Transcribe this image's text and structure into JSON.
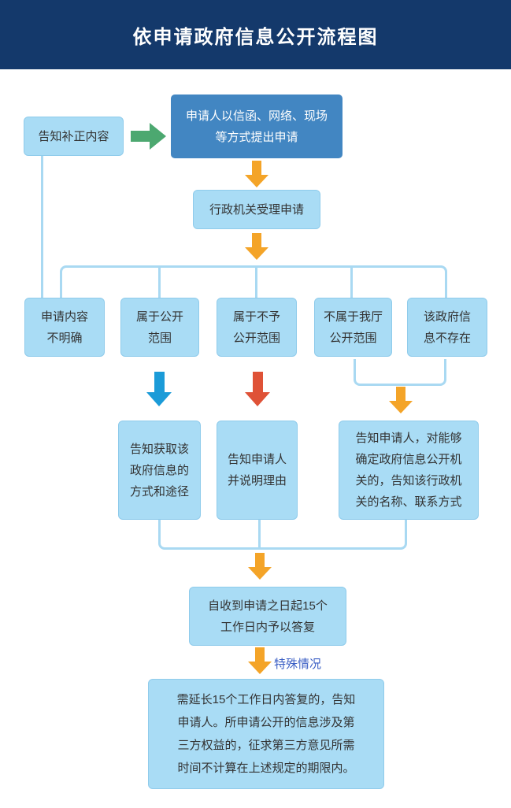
{
  "header": {
    "title": "依申请政府信息公开流程图"
  },
  "nodes": {
    "notify_correction": "告知补正内容",
    "submit_application": "申请人以信函、网络、现场\n等方式提出申请",
    "accept_application": "行政机关受理申请",
    "content_unclear": "申请内容\n不明确",
    "within_scope": "属于公开\n范围",
    "no_disclosure_scope": "属于不予\n公开范围",
    "not_our_scope": "不属于我厅\n公开范围",
    "info_not_exist": "该政府信\n息不存在",
    "inform_method": "告知获取该\n政府信息的\n方式和途径",
    "inform_reason": "告知申请人\n并说明理由",
    "inform_agency": "告知申请人，对能够\n确定政府信息公开机\n关的，告知该行政机\n关的名称、联系方式",
    "reply_15_days": "自收到申请之日起15个\n工作日内予以答复",
    "extension_note": "需延长15个工作日内答复的，告知\n申请人。所申请公开的信息涉及第\n三方权益的，征求第三方意见所需\n时间不计算在上述规定的期限内。"
  },
  "labels": {
    "special_case": "特殊情况"
  },
  "colors": {
    "header_bg": "#14396B",
    "node_fill": "#A9DCF5",
    "node_border": "#8FCBEB",
    "dark_node_fill": "#4286C2",
    "connector": "#A9D9F2",
    "arrow_orange": "#F4A428",
    "arrow_green": "#4CA870",
    "arrow_blue": "#1B9BD8",
    "arrow_red": "#DF5237",
    "special_label_text": "#3A5EC4",
    "node_text": "#333333",
    "title_text": "#FFFFFF"
  }
}
